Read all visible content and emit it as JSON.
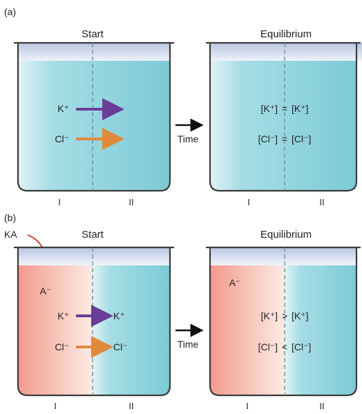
{
  "colors": {
    "water": "#86d1dc",
    "water_light": "#d9f1f5",
    "rim": "#c9d5ea",
    "beaker_stroke": "#3a3a3a",
    "salmon": "#f4a99b",
    "salmon_light": "#fbe4df",
    "k_arrow": "#6a3d9a",
    "cl_arrow": "#e08a3c",
    "time_arrow": "#111111"
  },
  "panel_a": {
    "label": "(a)",
    "start": {
      "heading": "Start",
      "k_label": "K⁺",
      "cl_label": "Cl⁻",
      "comp_left": "I",
      "comp_right": "II"
    },
    "time_label": "Time",
    "equilibrium": {
      "heading": "Equilibrium",
      "k_left": "[K⁺]",
      "k_op": "=",
      "k_right": "[K⁺]",
      "cl_left": "[Cl⁻]",
      "cl_op": "=",
      "cl_right": "[Cl⁻]",
      "comp_left": "I",
      "comp_right": "II"
    }
  },
  "panel_b": {
    "label": "(b)",
    "ka_label": "KA",
    "start": {
      "heading": "Start",
      "a_label": "A⁻",
      "k_left": "K⁺",
      "k_right": "K⁺",
      "cl_left": "Cl⁻",
      "cl_right": "Cl⁻",
      "comp_left": "I",
      "comp_right": "II"
    },
    "time_label": "Time",
    "equilibrium": {
      "heading": "Equilibrium",
      "a_label": "A⁻",
      "k_left": "[K⁺]",
      "k_op": ">",
      "k_right": "[K⁺]",
      "cl_left": "[Cl⁻]",
      "cl_op": "<",
      "cl_right": "[Cl⁻]",
      "comp_left": "I",
      "comp_right": "II"
    }
  }
}
